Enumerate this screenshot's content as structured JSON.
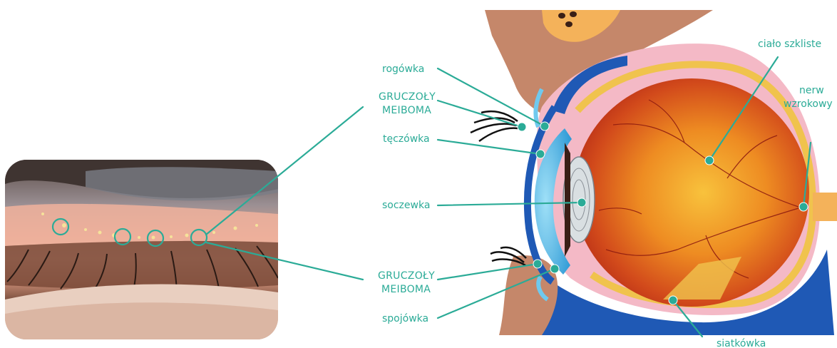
{
  "labels": {
    "rogowka": "rogówka",
    "meibom_top_1": "GRUCZOŁY",
    "meibom_top_2": "MEIBOMA",
    "teczowka": "tęczówka",
    "soczewka": "soczewka",
    "meibom_bottom_1": "GRUCZOŁY",
    "meibom_bottom_2": "MEIBOMA",
    "spojowka": "spojówka",
    "cialo_szkliste": "ciało szkliste",
    "nerw_1": "nerw",
    "nerw_2": "wzrokowy",
    "siatkowka": "siatkówka"
  },
  "colors": {
    "accent": "#2bab97",
    "skin": "#c98a6a",
    "sclera_pink": "#f4b9c6",
    "vitreous_center": "#f6b733",
    "vitreous_edge": "#c8341a",
    "lid_blue": "#1f59b5",
    "cornea_blue": "#4cb8e6"
  }
}
